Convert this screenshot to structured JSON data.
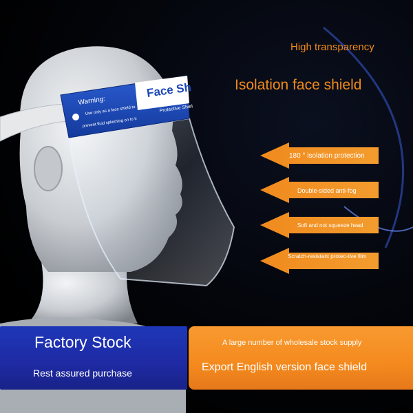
{
  "header": {
    "subtitle": "High transparency",
    "title": "Isolation face shield"
  },
  "features": [
    {
      "label": "180 ° isolation protection"
    },
    {
      "label": "Double-sided anti-fog"
    },
    {
      "label": "Soft and not squeeze head"
    },
    {
      "label": "Scratch-resistant protec-tive film"
    }
  ],
  "shield_band": {
    "warning_label": "Warning:",
    "warning_line1": "Use only as a face shield to",
    "warning_line2": "prevent fluid splashing on to it",
    "brand_text": "Face Sh",
    "band_subtext": "Protective Shiel"
  },
  "bottom": {
    "factory_title": "Factory Stock",
    "factory_subtitle": "Rest assured purchase",
    "export_line1": "A large number of wholesale stock supply",
    "export_line2": "Export English version face shield"
  },
  "colors": {
    "accent_orange": "#f28a1a",
    "panel_blue": "#1f2aa3",
    "band_blue": "#1a47b8"
  }
}
